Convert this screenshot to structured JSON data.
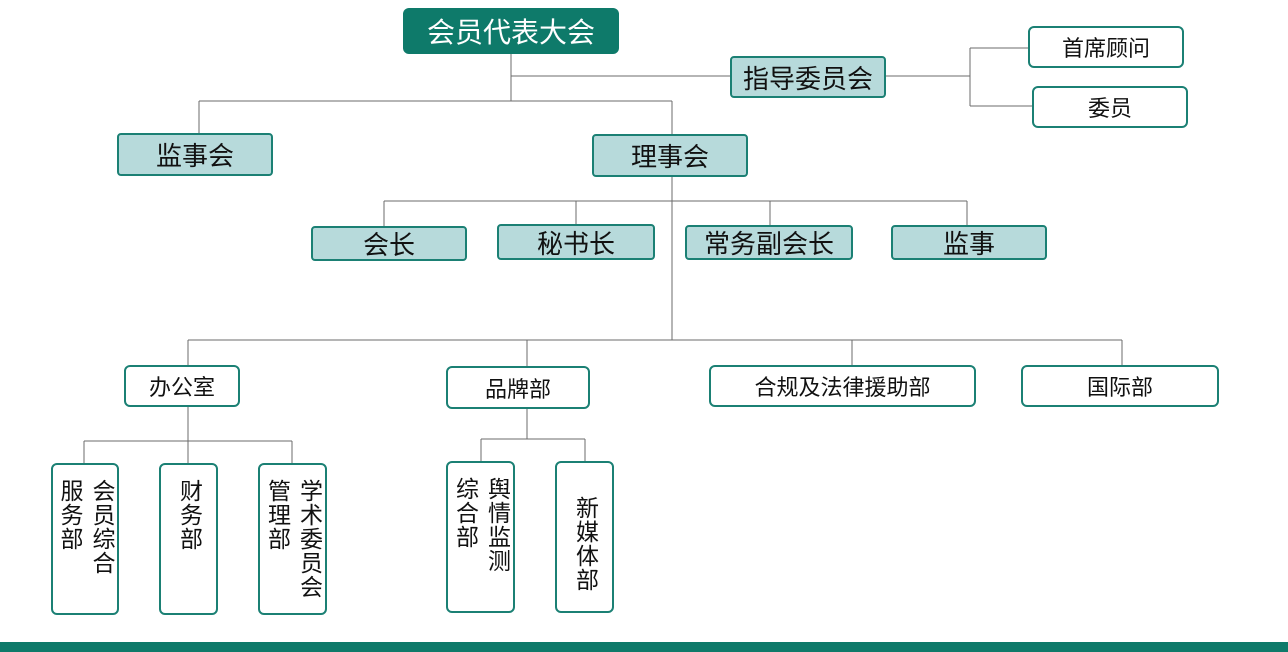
{
  "top": "会员代表大会",
  "guidance": "指导委员会",
  "guidance_members": [
    "首席顾问",
    "委员"
  ],
  "supervisory_board": "监事会",
  "council": "理事会",
  "council_roles": [
    "会长",
    "秘书长",
    "常务副会长",
    "监事"
  ],
  "departments": [
    "办公室",
    "品牌部",
    "合规及法律援助部",
    "国际部"
  ],
  "office_subunits": [
    [
      "会员综合",
      "服务部"
    ],
    [
      "财务部"
    ],
    [
      "学术委员会",
      "管理部"
    ]
  ],
  "brand_subunits": [
    [
      "舆情监测",
      "综合部"
    ],
    [
      "新媒体",
      "部"
    ]
  ],
  "colors": {
    "primary": "#0e7a6a",
    "fill": "#b7dadb",
    "border": "#1b8074"
  }
}
